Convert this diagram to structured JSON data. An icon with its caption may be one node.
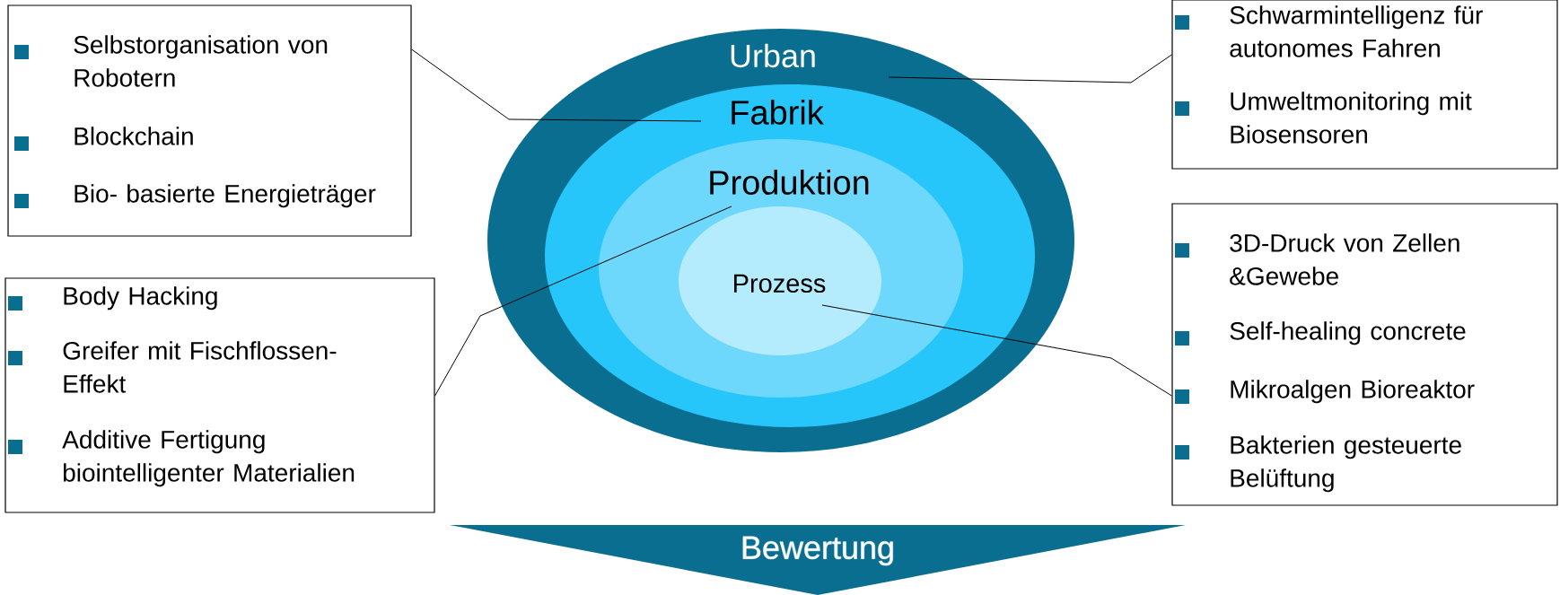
{
  "diagram": {
    "nodes": [
      {
        "text": [
          "Urban"
        ]
      },
      {
        "text": [
          "Fabrik"
        ],
        "in": 0
      },
      {
        "text": [
          "Produktion"
        ],
        "in": 1
      },
      {
        "text": [
          "Prozess"
        ],
        "in": 2
      },
      {
        "text": [
          "Selbstorganisation von Robotern",
          "Blockchain",
          "Bio- basierte Energieträger"
        ]
      },
      {
        "text": [
          "Schwarmintelligenz für autonomes Fahren",
          "Umweltmonitoring mit Biosensoren"
        ]
      },
      {
        "text": [
          "Body Hacking",
          "Greifer mit Fischflossen- Effekt",
          "Additive Fertigung biointelligenter Materialien"
        ]
      },
      {
        "text": [
          "3D-Druck von Zellen &Gewebe",
          "Self-healing concrete",
          "Mikroalgen Bioreaktor",
          "Bakterien gesteuerte Belüftung"
        ]
      },
      {
        "text": [
          "Bewertung"
        ]
      }
    ],
    "edges": [
      {
        "from": 4,
        "to": 1,
        "arrow": "none"
      },
      {
        "from": 5,
        "to": 0,
        "arrow": "none"
      },
      {
        "from": 6,
        "to": 2,
        "arrow": "none"
      },
      {
        "from": 7,
        "to": 3,
        "arrow": "none"
      }
    ]
  }
}
